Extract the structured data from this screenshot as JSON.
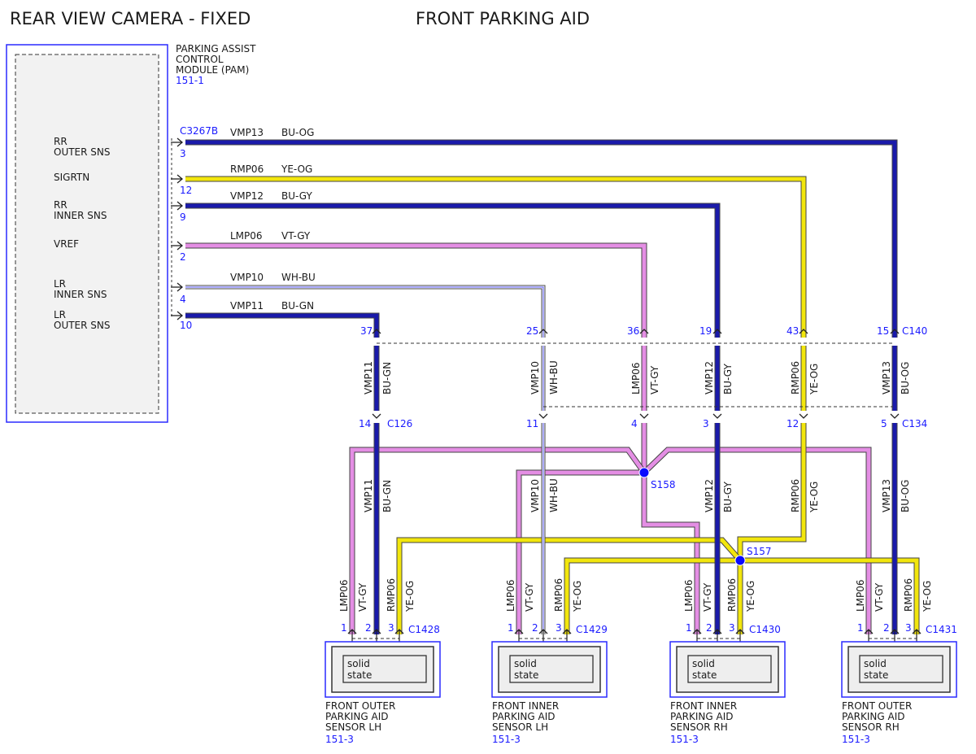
{
  "titles": {
    "left": "REAR VIEW CAMERA - FIXED",
    "center": "FRONT PARKING AID"
  },
  "module": {
    "name_lines": [
      "PARKING ASSIST",
      "CONTROL",
      "MODULE (PAM)"
    ],
    "ref": "151-1",
    "connector": "C3267B",
    "pins": [
      {
        "name_lines": [
          "RR",
          "OUTER SNS"
        ],
        "pin": "3"
      },
      {
        "name_lines": [
          "SIGRTN"
        ],
        "pin": "12"
      },
      {
        "name_lines": [
          "RR",
          "INNER SNS"
        ],
        "pin": "9"
      },
      {
        "name_lines": [
          "VREF"
        ],
        "pin": "2"
      },
      {
        "name_lines": [
          "LR",
          "INNER SNS"
        ],
        "pin": "4"
      },
      {
        "name_lines": [
          "LR",
          "OUTER SNS"
        ],
        "pin": "10"
      }
    ]
  },
  "colors": {
    "BU-OG": "#1a1aaa",
    "BU-GY": "#1a1aaa",
    "BU-GN": "#1a1aaa",
    "YE-OG": "#f2e60d",
    "VT-GY": "#e48ee4",
    "WH-BU": "#ffffff",
    "outline": "#444444",
    "label_blue": "#1a1aff"
  },
  "top_wires": [
    {
      "circuit": "VMP13",
      "color": "BU-OG"
    },
    {
      "circuit": "RMP06",
      "color": "YE-OG"
    },
    {
      "circuit": "VMP12",
      "color": "BU-GY"
    },
    {
      "circuit": "LMP06",
      "color": "VT-GY"
    },
    {
      "circuit": "VMP10",
      "color": "WH-BU"
    },
    {
      "circuit": "VMP11",
      "color": "BU-GN"
    }
  ],
  "inline_c140": {
    "name": "C140",
    "pins": [
      "37",
      "25",
      "36",
      "19",
      "43",
      "15"
    ]
  },
  "mid_wires": [
    {
      "circuit": "VMP11",
      "color": "BU-GN"
    },
    {
      "circuit": "VMP10",
      "color": "WH-BU"
    },
    {
      "circuit": "LMP06",
      "color": "VT-GY"
    },
    {
      "circuit": "VMP12",
      "color": "BU-GY"
    },
    {
      "circuit": "RMP06",
      "color": "YE-OG"
    },
    {
      "circuit": "VMP13",
      "color": "BU-OG"
    }
  ],
  "inline_c126": {
    "name": "C126",
    "pin": "14"
  },
  "inline_c134": {
    "name": "C134",
    "pins": [
      "11",
      "4",
      "3",
      "12",
      "5"
    ]
  },
  "lower_wires": [
    {
      "circuit": "VMP11",
      "color": "BU-GN"
    },
    {
      "circuit": "VMP10",
      "color": "WH-BU"
    },
    {
      "circuit": "VMP12",
      "color": "BU-GY"
    },
    {
      "circuit": "RMP06",
      "color": "YE-OG"
    },
    {
      "circuit": "VMP13",
      "color": "BU-OG"
    }
  ],
  "splices": [
    "S158",
    "S157"
  ],
  "sensor_wires": [
    {
      "circuit": "LMP06",
      "color": "VT-GY"
    },
    {
      "circuit": "RMP06",
      "color": "YE-OG"
    }
  ],
  "sensors": [
    {
      "connector": "C1428",
      "pins": [
        "1",
        "2",
        "3"
      ],
      "inner": [
        "solid",
        "state"
      ],
      "name_lines": [
        "FRONT OUTER",
        "PARKING AID",
        "SENSOR LH"
      ],
      "ref": "151-3"
    },
    {
      "connector": "C1429",
      "pins": [
        "1",
        "2",
        "3"
      ],
      "inner": [
        "solid",
        "state"
      ],
      "name_lines": [
        "FRONT INNER",
        "PARKING AID",
        "SENSOR LH"
      ],
      "ref": "151-3"
    },
    {
      "connector": "C1430",
      "pins": [
        "1",
        "2",
        "3"
      ],
      "inner": [
        "solid",
        "state"
      ],
      "name_lines": [
        "FRONT INNER",
        "PARKING AID",
        "SENSOR RH"
      ],
      "ref": "151-3"
    },
    {
      "connector": "C1431",
      "pins": [
        "1",
        "2",
        "3"
      ],
      "inner": [
        "solid",
        "state"
      ],
      "name_lines": [
        "FRONT OUTER",
        "PARKING AID",
        "SENSOR RH"
      ],
      "ref": "151-3"
    }
  ]
}
